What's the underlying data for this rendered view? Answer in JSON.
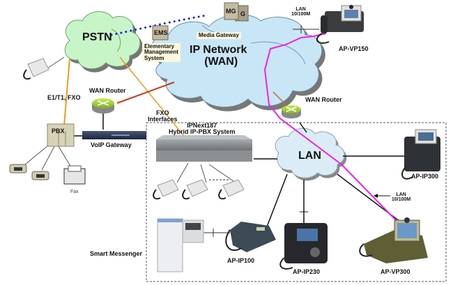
{
  "colors": {
    "pstn_cloud": "#c8f5c8",
    "ip_cloud": "#c9e6f7",
    "lan_cloud": "#dcecf6",
    "dotted_link": "#1a22d6",
    "orange_link": "#f09a1c",
    "red_link": "#c83a1c",
    "magenta_link": "#f01ef0",
    "router_green": "#9bd02a",
    "note_bg": "#fbf8dc"
  },
  "clouds": {
    "pstn": "PSTN",
    "ip_network_line1": "IP Network",
    "ip_network_line2": "(WAN)",
    "lan": "LAN"
  },
  "devices": {
    "ems": "EMS",
    "mg": "MG",
    "mg_back": "G",
    "pbx": "PBX"
  },
  "labels": {
    "ems_note_line1": "Elementary",
    "ems_note_line2": "Management",
    "ems_note_line3": "System",
    "media_gateway": "Media Gateway",
    "lan_top_line1": "LAN",
    "lan_top_line2": "10/100M",
    "ap_vp150": "AP-VP150",
    "e1_t1_fxo": "E1/T1, FXO",
    "wan_router_left": "WAN Router",
    "wan_router_right": "WAN Router",
    "voip_gateway": "VoIP Gateway",
    "fxo_line1": "FXO",
    "fxo_line2": "Interfaces",
    "ipnext_line1": "IPNext187",
    "ipnext_line2": "Hybrid IP-PBX System",
    "fax": "Fax",
    "ap_ip300": "AP-IP300",
    "lan_right_line1": "LAN",
    "lan_right_line2": "10/100M",
    "smart_messenger": "Smart Messenger",
    "ap_ip100": "AP-IP100",
    "ap_ip230": "AP-IP230",
    "ap_vp300": "AP-VP300"
  }
}
